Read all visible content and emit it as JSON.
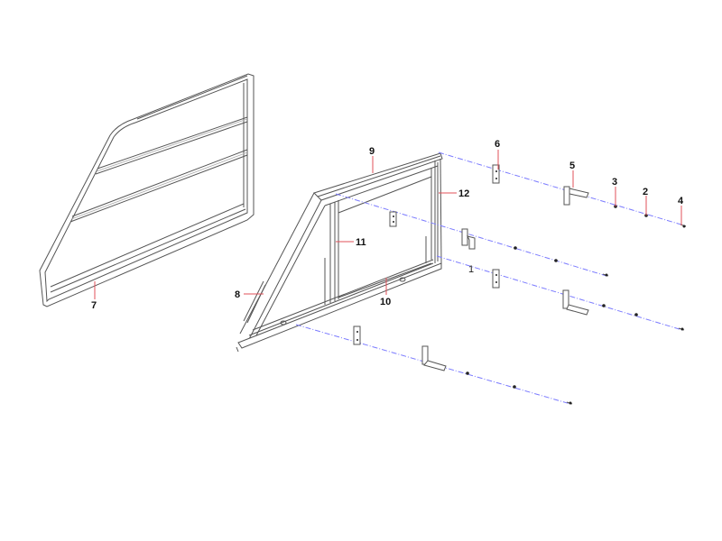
{
  "diagram": {
    "type": "exploded-parts-view",
    "background": "#ffffff",
    "colors": {
      "part_outline": "#555555",
      "assembly_axis": "#7b7bff",
      "leader_line": "#e0505a",
      "label_text": "#111111"
    },
    "callouts": [
      {
        "id": "1",
        "label": "1"
      },
      {
        "id": "2",
        "label": "2"
      },
      {
        "id": "3",
        "label": "3"
      },
      {
        "id": "4",
        "label": "4"
      },
      {
        "id": "5",
        "label": "5"
      },
      {
        "id": "6",
        "label": "6"
      },
      {
        "id": "7",
        "label": "7"
      },
      {
        "id": "8",
        "label": "8"
      },
      {
        "id": "9",
        "label": "9"
      },
      {
        "id": "10",
        "label": "10"
      },
      {
        "id": "11",
        "label": "11"
      },
      {
        "id": "12",
        "label": "12"
      }
    ],
    "parts": [
      {
        "callout": "7",
        "name": "side panel"
      },
      {
        "callout": "8",
        "name": "diagonal frame member"
      },
      {
        "callout": "9",
        "name": "top frame rail"
      },
      {
        "callout": "10",
        "name": "bottom frame rail"
      },
      {
        "callout": "11",
        "name": "vertical center post"
      },
      {
        "callout": "12",
        "name": "vertical rear post"
      },
      {
        "callout": "6",
        "name": "flat mounting plate"
      },
      {
        "callout": "5",
        "name": "angle bracket"
      },
      {
        "callout": "3",
        "name": "washer"
      },
      {
        "callout": "2",
        "name": "nut"
      },
      {
        "callout": "4",
        "name": "bolt"
      },
      {
        "callout": "1",
        "name": "hinge bracket"
      }
    ]
  }
}
